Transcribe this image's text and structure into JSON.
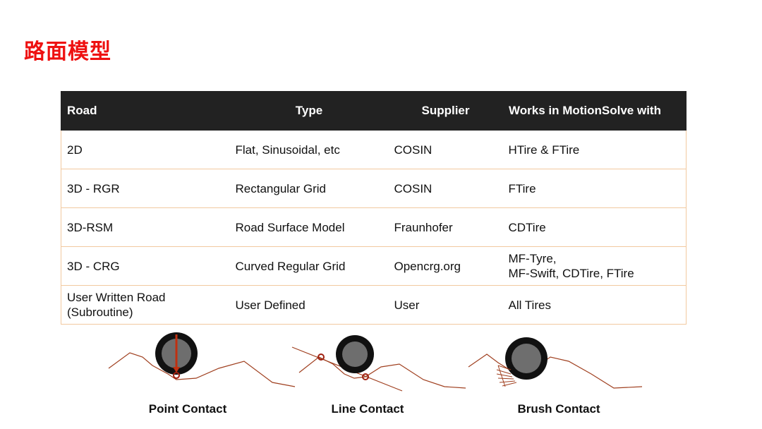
{
  "page": {
    "title": "路面模型"
  },
  "table": {
    "headers": [
      "Road",
      "Type",
      "Supplier",
      "Works in MotionSolve with"
    ],
    "rows": [
      {
        "road": "2D",
        "type": "Flat, Sinusoidal, etc",
        "supplier": "COSIN",
        "works": "HTire & FTire"
      },
      {
        "road": "3D - RGR",
        "type": "Rectangular Grid",
        "supplier": "COSIN",
        "works": "FTire"
      },
      {
        "road": "3D-RSM",
        "type": "Road Surface Model",
        "supplier": "Fraunhofer",
        "works": "CDTire"
      },
      {
        "road": "3D - CRG",
        "type": "Curved Regular Grid",
        "supplier": "Opencrg.org",
        "works_line1": "MF-Tyre,",
        "works_line2": "MF-Swift, CDTire, FTire"
      },
      {
        "road_line1": "User Written Road",
        "road_line2": "(Subroutine)",
        "type": "User Defined",
        "supplier": "User",
        "works": "All Tires"
      }
    ]
  },
  "diagrams": [
    {
      "caption": "Point Contact"
    },
    {
      "caption": "Line Contact"
    },
    {
      "caption": "Brush Contact"
    }
  ],
  "colors": {
    "title": "#ee1111",
    "header_bg": "#222222",
    "row_border": "#f2c9a0",
    "road_line": "#a04020",
    "tire_dark": "#111111",
    "tire_hub": "#6e6e6e"
  }
}
